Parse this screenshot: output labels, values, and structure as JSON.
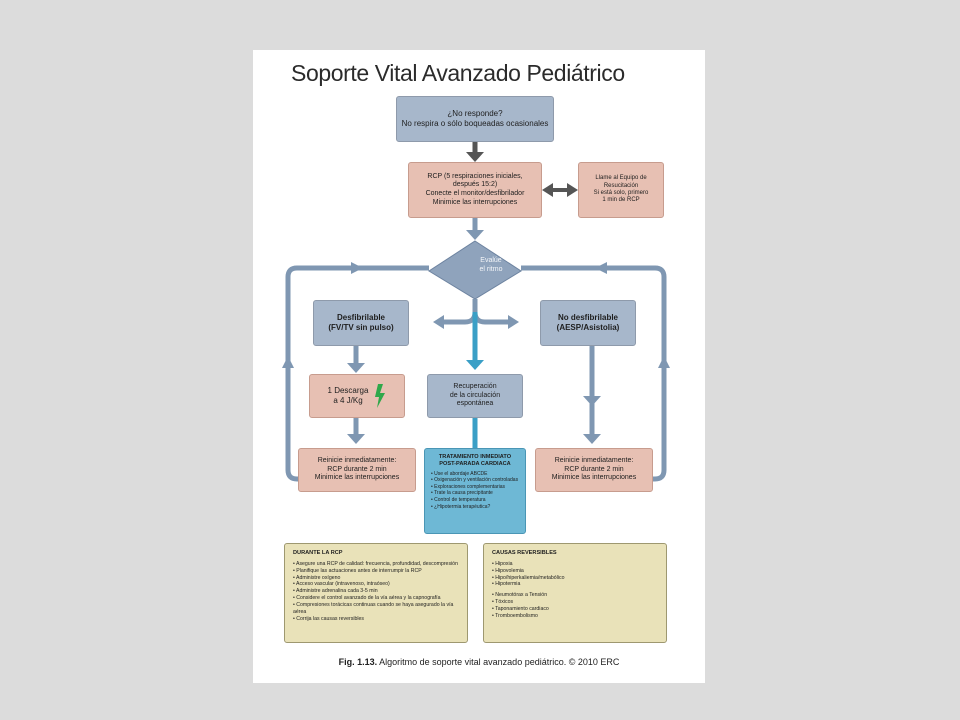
{
  "title": "Soporte Vital Avanzado Pediátrico",
  "start": {
    "line1": "¿No responde?",
    "line2": "No respira o sólo boqueadas ocasionales"
  },
  "rcp": {
    "line1": "RCP (5 respiraciones iniciales,",
    "line2": "después 15:2)",
    "line3": "Conecte el monitor/desfibrilador",
    "line4": "Minimice las interrupciones"
  },
  "call": {
    "line1": "Llame al Equipo de",
    "line2": "Resucitación",
    "line3": "Si está solo, primero",
    "line4": "1 min de RCP"
  },
  "evaluate": {
    "line1": "Evalúe",
    "line2": "el ritmo"
  },
  "shockable": {
    "line1": "Desfibrilable",
    "line2": "(FV/TV sin pulso)"
  },
  "nonshockable": {
    "line1": "No desfibrilable",
    "line2": "(AESP/Asistolia)"
  },
  "shock": {
    "line1": "1 Descarga",
    "line2": "a 4 J/Kg"
  },
  "rosc": {
    "line1": "Recuperación",
    "line2": "de la circulación",
    "line3": "espontánea"
  },
  "resume_left": {
    "line1": "Reinicie inmediatamente:",
    "line2": "RCP durante 2 min",
    "line3": "Minimice las interrupciones"
  },
  "resume_right": {
    "line1": "Reinicie inmediatamente:",
    "line2": "RCP durante 2 min",
    "line3": "Minimice las interrupciones"
  },
  "post_arrest": {
    "title1": "TRATAMIENTO INMEDIATO",
    "title2": "POST-PARADA CARDIACA",
    "items": [
      "Use el abordaje ABCDE",
      "Oxigenación y ventilación controladas",
      "Exploraciones complementarias",
      "Trate la causa precipitante",
      "Control de temperatura",
      "¿Hipotermia terapéutica?"
    ]
  },
  "during_cpr": {
    "title": "DURANTE LA RCP",
    "items": [
      "Asegure una RCP de calidad: frecuencia, profundidad, descompresión",
      "Planifique las actuaciones antes de interrumpir la RCP",
      "Administre oxígeno",
      "Acceso vascular (intravenoso, intraóseo)",
      "Administre adrenalina cada 3-5 min",
      "Considere el control avanzado de la vía aérea y la capnografía",
      "Compresiones torácicas continuas cuando se haya asegurado la vía aérea",
      "Corrija las causas reversibles"
    ]
  },
  "reversible": {
    "title": "CAUSAS REVERSIBLES",
    "group1": [
      "Hipoxia",
      "Hipovolemia",
      "Hipo/hiperkaliemia/metabólico",
      "Hipotermia"
    ],
    "group2": [
      "Neumotórax a Tensión",
      "Tóxicos",
      "Taponamiento cardiaco",
      "Tromboembolismo"
    ]
  },
  "caption": {
    "label": "Fig. 1.13.",
    "text": " Algoritmo de soporte vital avanzado pediátrico. © 2010 ERC"
  },
  "colors": {
    "flow_arrow": "#7f97b2",
    "dark_arrow": "#555555",
    "rosc_arrow": "#3a9fc6",
    "shock_bolt": "#2fa84a"
  }
}
